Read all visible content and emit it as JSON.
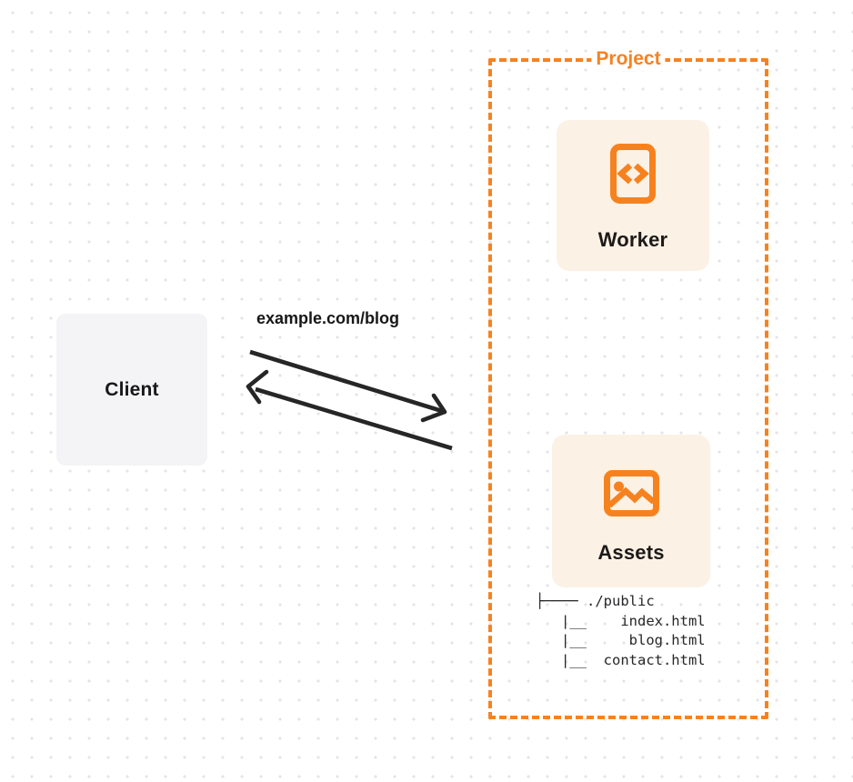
{
  "diagram": {
    "client": {
      "label": "Client"
    },
    "request": {
      "url_label": "example.com/blog"
    },
    "project": {
      "label": "Project",
      "worker": {
        "label": "Worker",
        "icon": "code-file-icon"
      },
      "assets": {
        "label": "Assets",
        "icon": "image-icon",
        "file_tree": [
          "├──── ./public",
          "   |__    index.html",
          "   |__     blog.html",
          "   |__  contact.html"
        ]
      }
    },
    "colors": {
      "accent_orange": "#f6821f",
      "card_background": "#fbf1e5",
      "client_background": "#f4f4f6",
      "arrow_ink": "#262626",
      "text_ink": "#1c1917",
      "dot_grid": "#e4e4e7"
    }
  }
}
